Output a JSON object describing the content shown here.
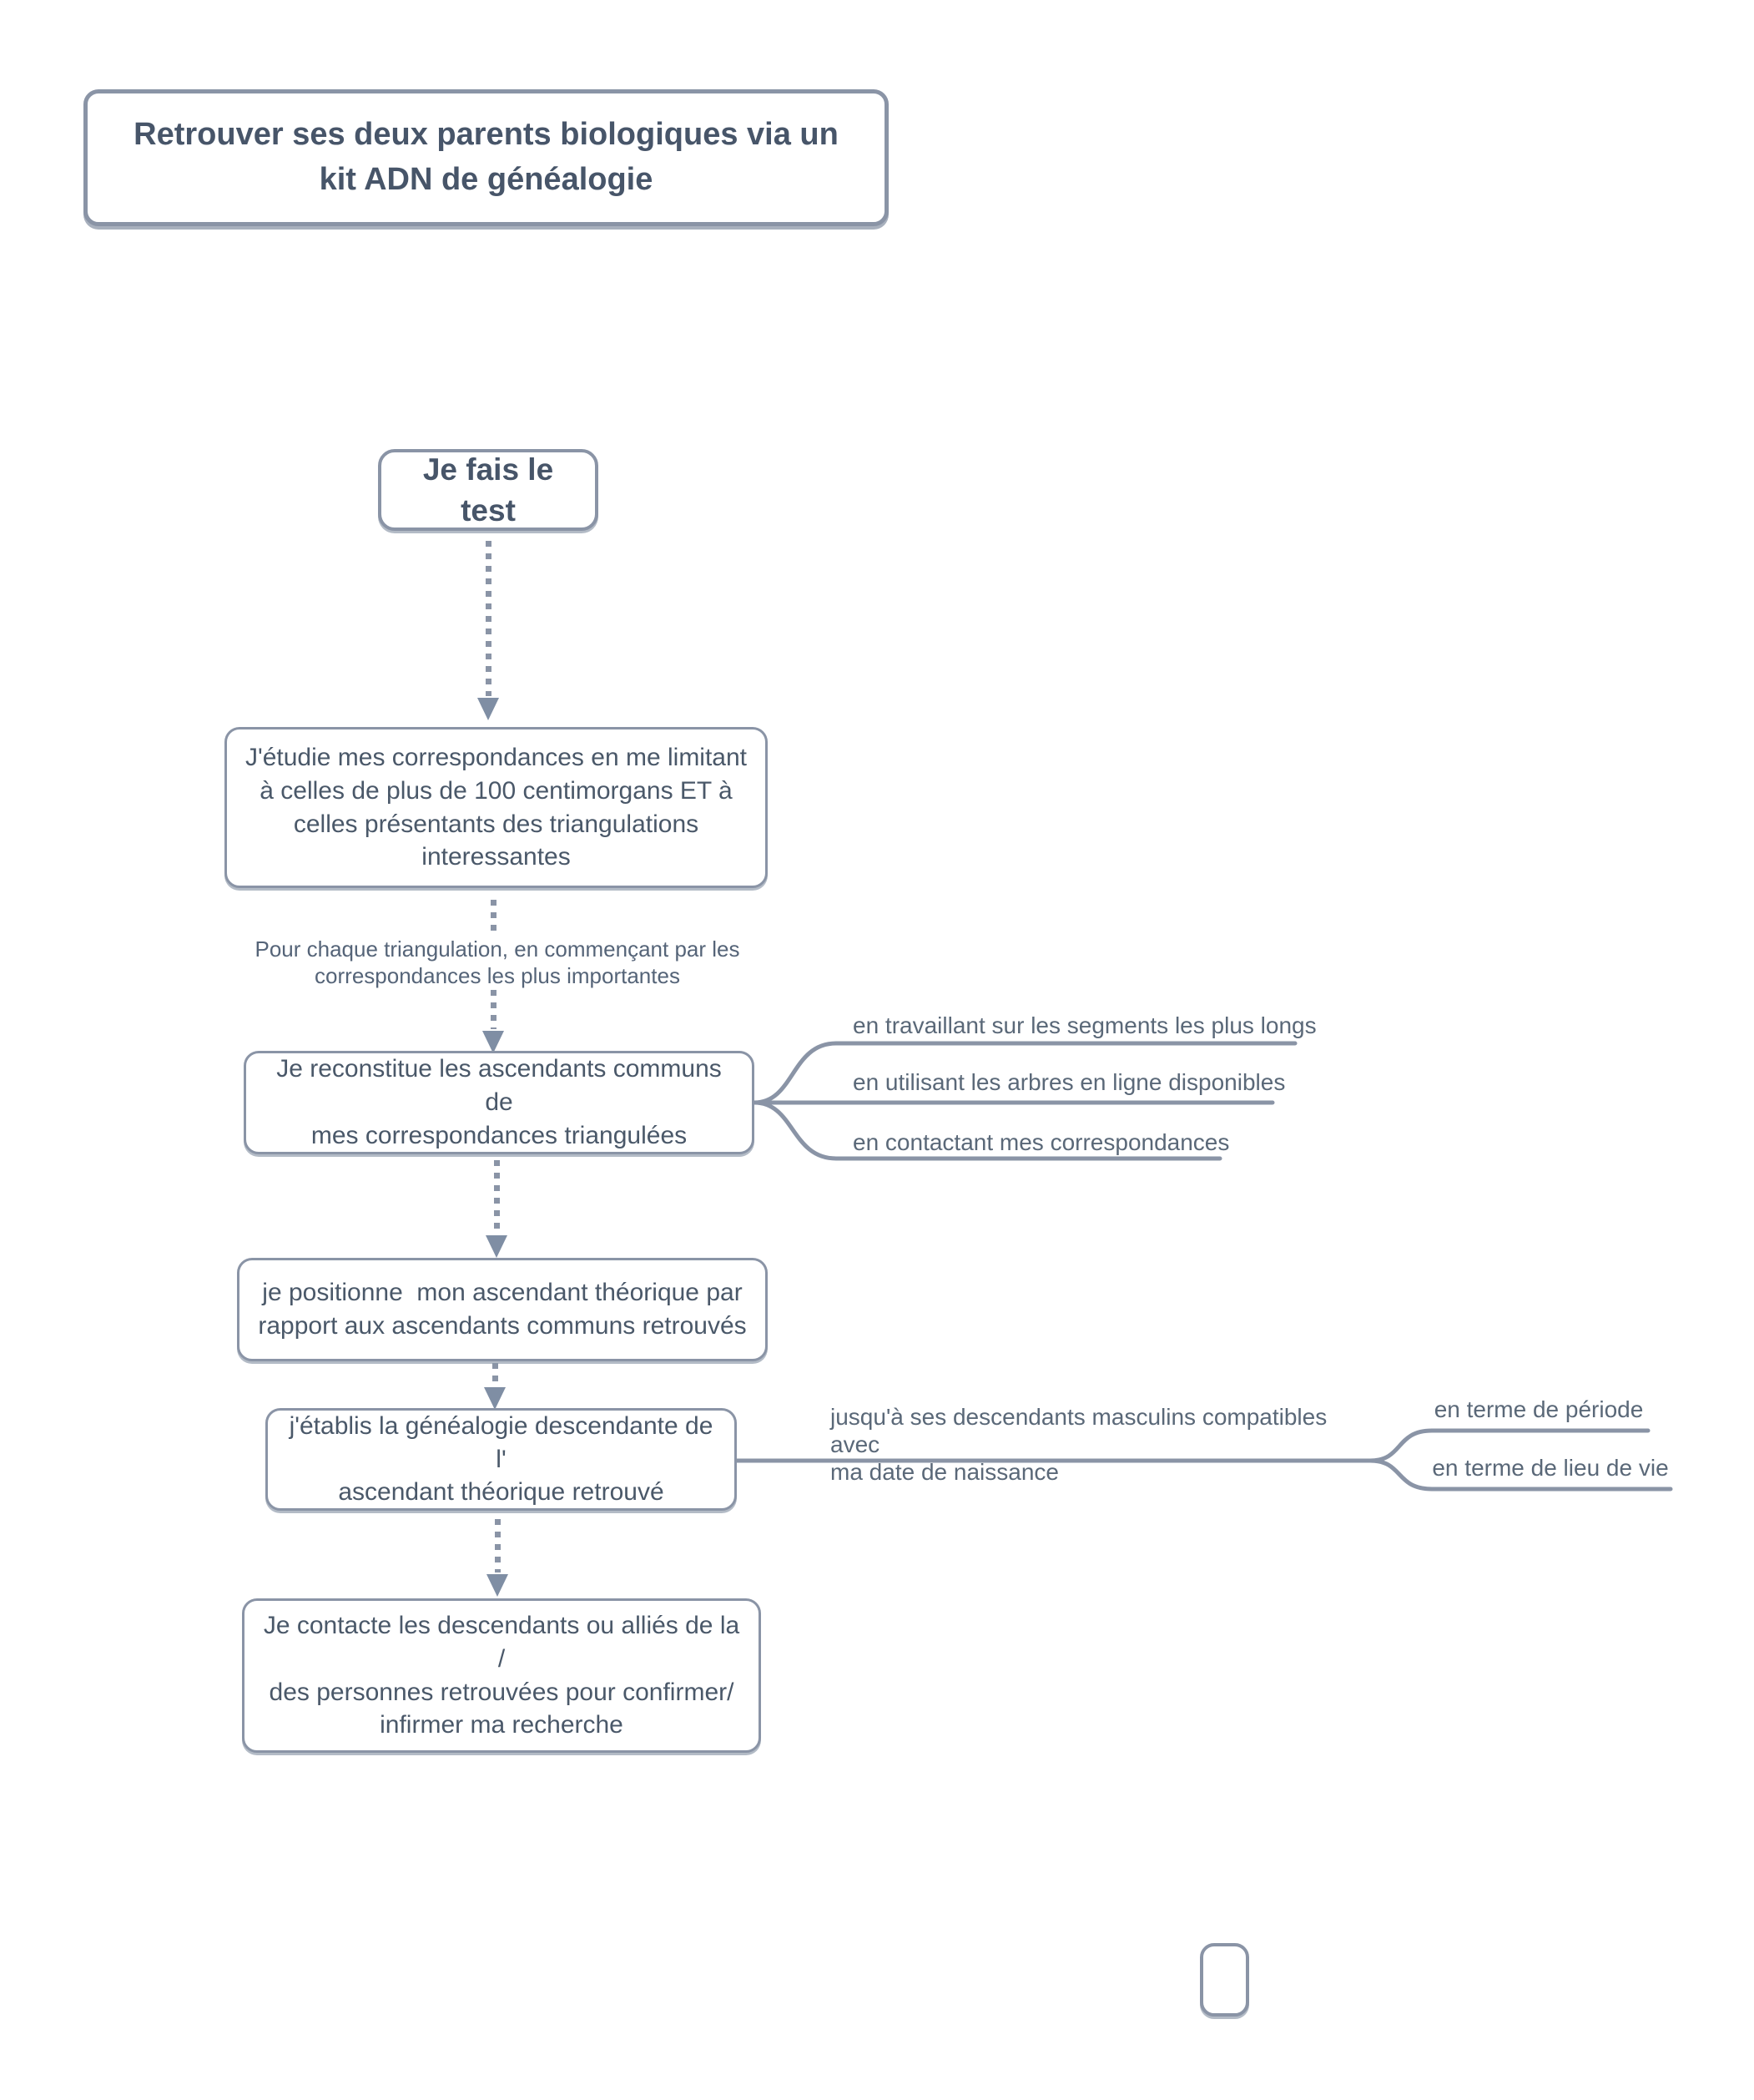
{
  "colors": {
    "node_border": "#8a94a6",
    "node_text": "#4a5869",
    "title_text": "#475569",
    "branch_text": "#5a6878",
    "connector": "#8a94a6",
    "arrowhead": "#7f8ea4",
    "background": "#ffffff"
  },
  "title_node": {
    "label": "Retrouver ses deux parents biologiques via un\nkit ADN de généalogie"
  },
  "flow": {
    "step1": {
      "label": "Je fais le test"
    },
    "step2": {
      "label": "J'étudie mes correspondances en me limitant\nà celles de plus de 100 centimorgans ET à\ncelles présentants des triangulations\ninteressantes"
    },
    "step2_to_3_label": {
      "label": "Pour chaque triangulation, en commençant par les\ncorrespondances les plus importantes"
    },
    "step3": {
      "label": "Je reconstitue les ascendants communs de\nmes correspondances triangulées"
    },
    "step3_branches": [
      {
        "label": "en travaillant sur les segments les plus longs"
      },
      {
        "label": "en utilisant les arbres en ligne disponibles"
      },
      {
        "label": "en contactant mes correspondances"
      }
    ],
    "step4": {
      "label": "je positionne  mon ascendant théorique par\nrapport aux ascendants communs retrouvés"
    },
    "step5": {
      "label": "j'établis la généalogie descendante de l'\nascendant théorique retrouvé"
    },
    "step5_branch": {
      "label": "jusqu'à ses descendants masculins compatibles avec\nma date de naissance"
    },
    "step5_subbranches": [
      {
        "label": "en terme de période"
      },
      {
        "label": "en terme de lieu de vie"
      }
    ],
    "step6": {
      "label": "Je contacte les descendants ou alliés de la /\ndes personnes retrouvées pour confirmer/\ninfirmer ma recherche"
    },
    "empty_node": {
      "label": ""
    }
  }
}
